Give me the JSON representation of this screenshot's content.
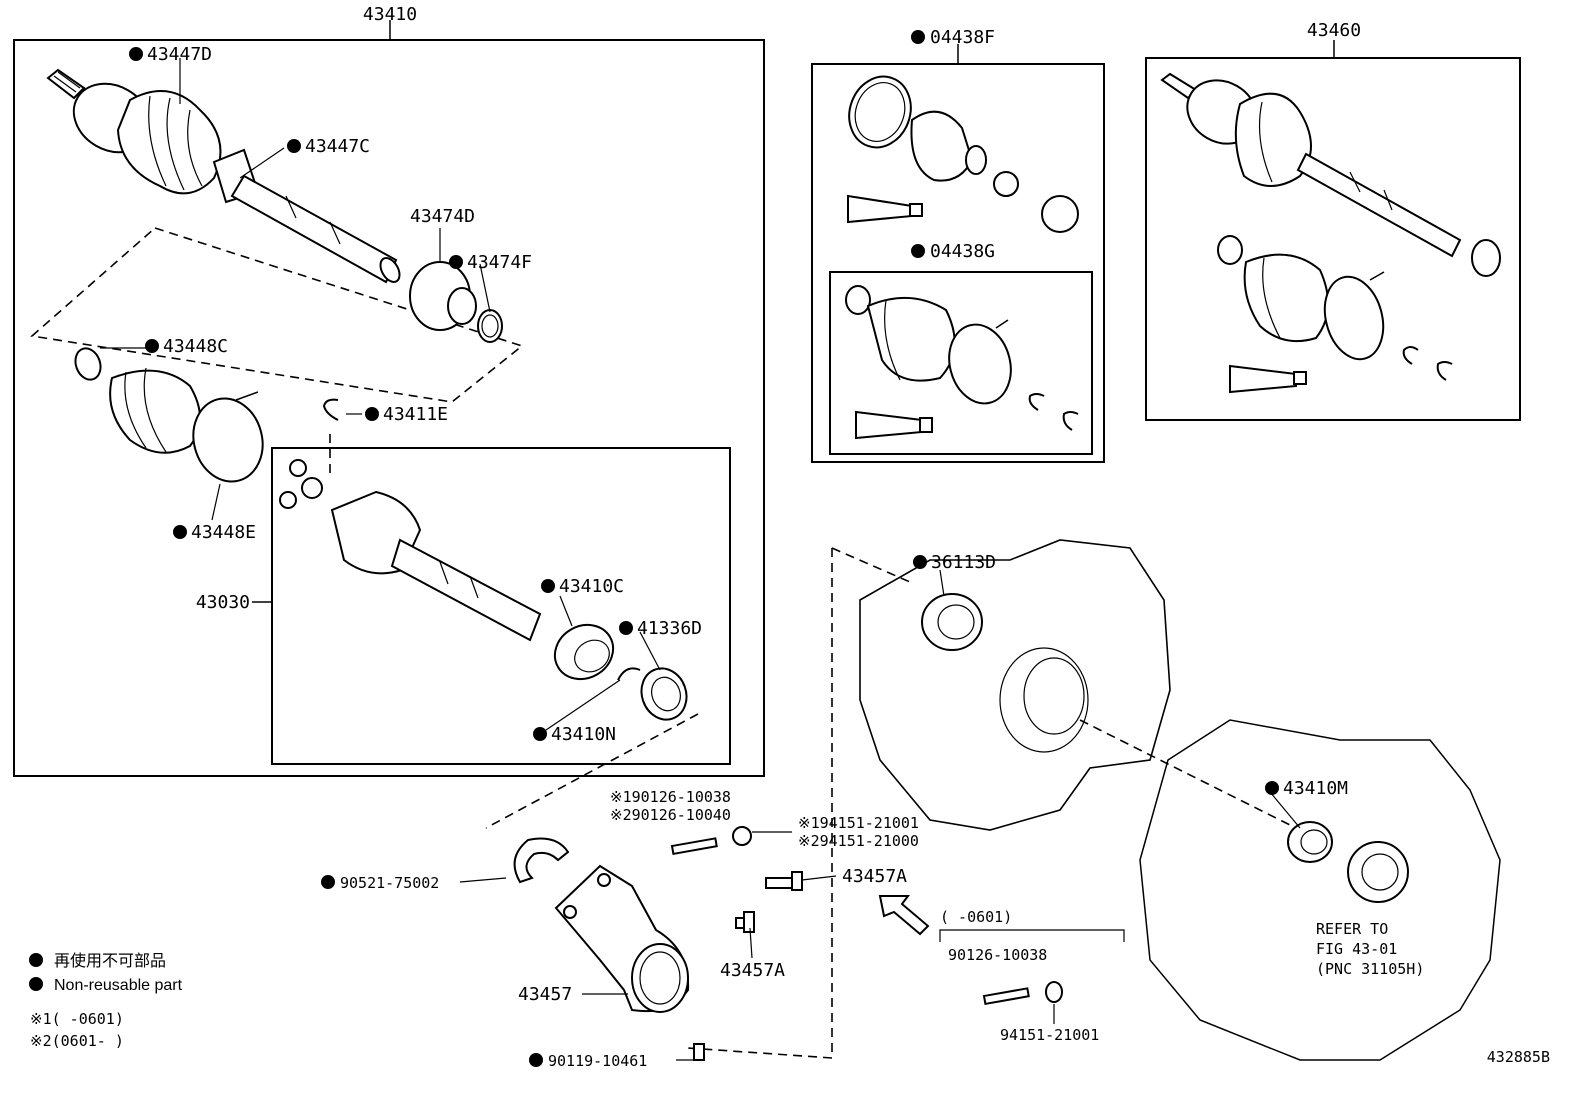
{
  "diagram": {
    "catalog_number": "432885B",
    "boxes": {
      "left_shaft_assembly": "43410",
      "inner_joint_assembly": "43030",
      "boot_kit_outer": "04438F",
      "boot_kit_inner": "04438G",
      "right_shaft_assembly": "43460"
    },
    "parts": {
      "p43447D": "43447D",
      "p43447C": "43447C",
      "p43474D": "43474D",
      "p43474F": "43474F",
      "p43448C": "43448C",
      "p43448E": "43448E",
      "p43411E": "43411E",
      "p43410C": "43410C",
      "p41336D": "41336D",
      "p43410N": "43410N",
      "p36113D": "36113D",
      "p43410M": "43410M",
      "bolt_1": "※190126-10038",
      "bolt_2": "※290126-10040",
      "nut_1": "※194151-21001",
      "nut_2": "※294151-21000",
      "p90521": "90521-75002",
      "p43457A_a": "43457A",
      "p43457A_b": "43457A",
      "p43457": "43457",
      "p90119": "90119-10461",
      "range_note": "(      -0601)",
      "p90126": "90126-10038",
      "p94151": "94151-21001"
    },
    "refer": {
      "line1": "REFER TO",
      "line2": "FIG 43-01",
      "line3": "(PNC 31105H)"
    },
    "legend": {
      "jp": "再使用不可部品",
      "en": "Non-reusable part",
      "note1": "※1(      -0601)",
      "note2": "※2(0601-      )"
    }
  }
}
